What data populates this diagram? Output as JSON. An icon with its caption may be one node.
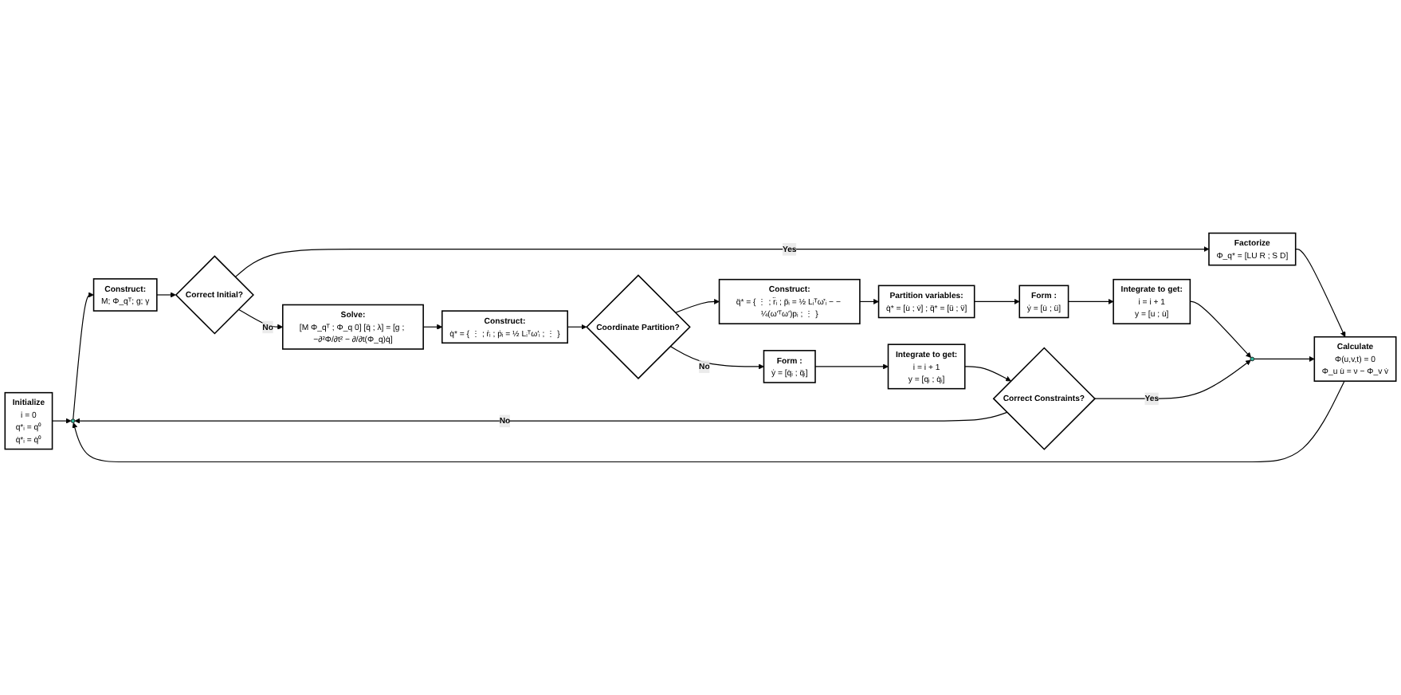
{
  "diagram": {
    "nodes": [
      {
        "text": [
          "Initialize",
          "i = 0",
          "q*ᵢ = q⁰",
          "q̇*ᵢ = q̇⁰"
        ]
      },
      {
        "text": [],
        "shape": "circle"
      },
      {
        "text": [
          "Construct:",
          "M; Φ_qᵀ; g; γ"
        ]
      },
      {
        "text": [
          "Correct Initial?"
        ]
      },
      {
        "text": [
          "Solve:",
          "[M Φ_qᵀ ; Φ_q 0] [q̈ ; λ] = [g ; −∂²Φ/∂t² − ∂/∂t(Φ_q)q̇]"
        ]
      },
      {
        "text": [
          "Construct:",
          "q̇* = { ⋮ ; ṙᵢ ; ṗᵢ = ½ Lᵢᵀω′ᵢ ; ⋮ }"
        ]
      },
      {
        "text": [
          "Calculate",
          "Φ(u,v,t) = 0",
          "Φ_u u̇ = ν − Φ_v v̇"
        ]
      },
      {
        "text": [
          "Factorize",
          "Φ_q* = [LU R ; S D]"
        ]
      },
      {
        "text": [
          "Integrate to get:",
          "i = i + 1",
          "y = [u ; u̇]"
        ]
      },
      {
        "text": [],
        "shape": "circle"
      },
      {
        "text": [
          "Form :",
          "ẏ = [u̇ ; ü]"
        ]
      },
      {
        "text": [
          "Partition variables:",
          "q̇* = [u̇ ; v̇] ; q̈* = [ü ; v̈]"
        ]
      },
      {
        "text": [
          "Construct:",
          "q̈* = { ⋮ ; r̈ᵢ ; p̈ᵢ = ½ Lᵢᵀω̇′ᵢ − − ¼(ω′ᵀω′)pᵢ ; ⋮ }"
        ]
      },
      {
        "text": [
          "Coordinate Partition?"
        ]
      },
      {
        "text": [
          "Correct Constraints?"
        ]
      },
      {
        "text": [
          "Integrate to get:",
          "i = i + 1",
          "y = [qᵢ ; q̇ᵢ]"
        ]
      },
      {
        "text": [
          "Form :",
          "ẏ = [q̇ᵢ ; q̈ᵢ]"
        ]
      }
    ],
    "edges": [
      {
        "from": 0,
        "to": 1,
        "arrow": "to"
      },
      {
        "from": 1,
        "to": 2,
        "arrow": "to"
      },
      {
        "from": 2,
        "to": 3,
        "arrow": "to"
      },
      {
        "from": 3,
        "to": 4,
        "label": "No",
        "arrow": "to"
      },
      {
        "from": 3,
        "to": 7,
        "label": "Yes",
        "arrow": "to"
      },
      {
        "from": 4,
        "to": 5,
        "arrow": "to"
      },
      {
        "from": 5,
        "to": 13,
        "arrow": "to"
      },
      {
        "from": 7,
        "to": 6,
        "arrow": "to"
      },
      {
        "from": 6,
        "to": 1,
        "arrow": "to"
      },
      {
        "from": 13,
        "to": 12,
        "arrow": "to"
      },
      {
        "from": 12,
        "to": 11,
        "arrow": "to"
      },
      {
        "from": 11,
        "to": 10,
        "arrow": "to"
      },
      {
        "from": 10,
        "to": 8,
        "arrow": "to"
      },
      {
        "from": 8,
        "to": 9,
        "arrow": "to"
      },
      {
        "from": 9,
        "to": 6,
        "arrow": "to"
      },
      {
        "from": 13,
        "to": 16,
        "label": "No",
        "arrow": "to"
      },
      {
        "from": 16,
        "to": 15,
        "arrow": "to"
      },
      {
        "from": 15,
        "to": 14,
        "arrow": "to"
      },
      {
        "from": 14,
        "to": 9,
        "label": "Yes",
        "arrow": "to"
      },
      {
        "from": 14,
        "to": 1,
        "label": "No",
        "arrow": "to"
      }
    ]
  }
}
